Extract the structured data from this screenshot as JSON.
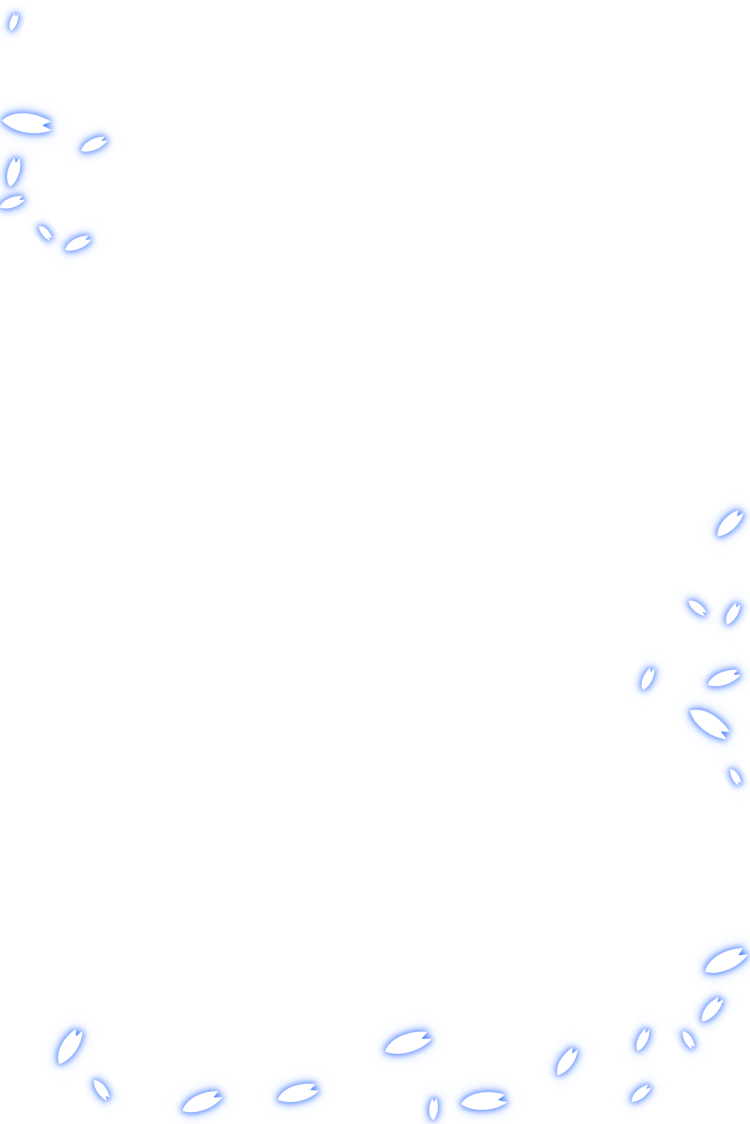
{
  "background_color": "#ffffff",
  "petal_fill": "#ffffff",
  "petal_glow": "#3f7dff",
  "petal_glow_soft": "#9dc0ff",
  "decoration_icon": "sakura-petal-icon",
  "petal_groups": [
    "top-left-cluster",
    "right-edge-cluster",
    "bottom-cluster"
  ]
}
